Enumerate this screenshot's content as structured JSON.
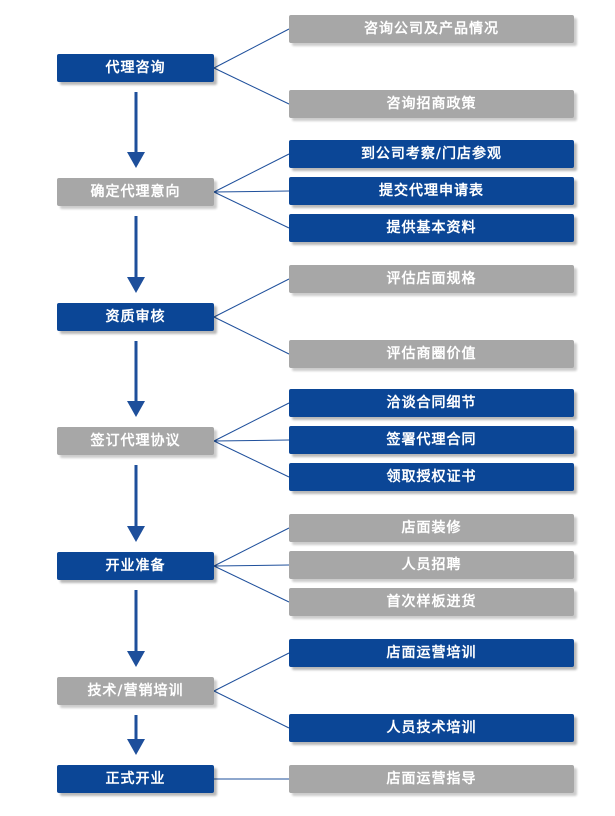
{
  "colors": {
    "primary": "#0b4696",
    "secondary": "#a7a7a7",
    "line": "#1e4f9b"
  },
  "steps": [
    {
      "label": "代理咨询",
      "style": "blue",
      "details": [
        {
          "label": "咨询公司及产品情况",
          "style": "grey"
        },
        {
          "label": "咨询招商政策",
          "style": "grey"
        }
      ]
    },
    {
      "label": "确定代理意向",
      "style": "grey",
      "details": [
        {
          "label": "到公司考察/门店参观",
          "style": "blue"
        },
        {
          "label": "提交代理申请表",
          "style": "blue"
        },
        {
          "label": "提供基本资料",
          "style": "blue"
        }
      ]
    },
    {
      "label": "资质审核",
      "style": "blue",
      "details": [
        {
          "label": "评估店面规格",
          "style": "grey"
        },
        {
          "label": "评估商圈价值",
          "style": "grey"
        }
      ]
    },
    {
      "label": "签订代理协议",
      "style": "grey",
      "details": [
        {
          "label": "洽谈合同细节",
          "style": "blue"
        },
        {
          "label": "签署代理合同",
          "style": "blue"
        },
        {
          "label": "领取授权证书",
          "style": "blue"
        }
      ]
    },
    {
      "label": "开业准备",
      "style": "blue",
      "details": [
        {
          "label": "店面装修",
          "style": "grey"
        },
        {
          "label": "人员招聘",
          "style": "grey"
        },
        {
          "label": "首次样板进货",
          "style": "grey"
        }
      ]
    },
    {
      "label": "技术/营销培训",
      "style": "grey",
      "details": [
        {
          "label": "店面运营培训",
          "style": "blue"
        },
        {
          "label": "人员技术培训",
          "style": "blue"
        }
      ]
    },
    {
      "label": "正式开业",
      "style": "blue",
      "details": [
        {
          "label": "店面运营指导",
          "style": "grey"
        }
      ]
    }
  ]
}
